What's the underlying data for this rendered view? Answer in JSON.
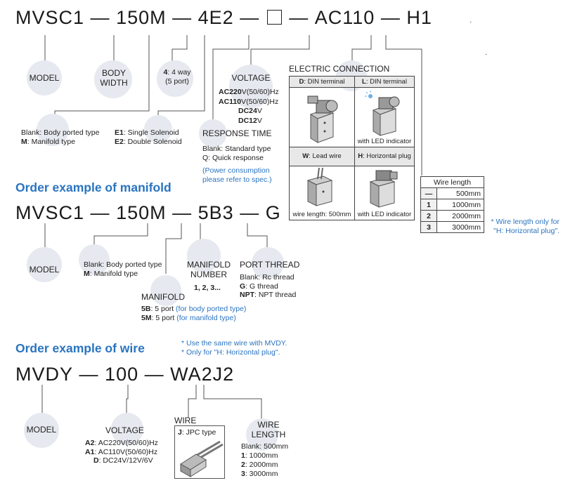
{
  "solenoid": {
    "code": {
      "p1": "MVSC1",
      "p2": "150M",
      "p3": "4E2",
      "p5": "AC110",
      "p6": "H1",
      "dash": "—"
    },
    "model": "MODEL",
    "body_width": "BODY WIDTH",
    "way": {
      "key": "4",
      "text": ": 4 way",
      "sub": "(5 port)"
    },
    "port_type": {
      "l1k": "Blank",
      "l1": ": Body ported type",
      "l2k": "M",
      "l2": ": Manifold type"
    },
    "solenoid": {
      "l1k": "E1",
      "l1": ": Single Solenoid",
      "l2k": "E2",
      "l2": ": Double Solenoid"
    },
    "voltage": {
      "title": "VOLTAGE",
      "v1k": "AC220",
      "v1": "V(50/60)Hz",
      "v2k": "AC110",
      "v2": "V(50/60)Hz",
      "v3k": "DC24",
      "v3": "V",
      "v4k": "DC12",
      "v4": "V"
    },
    "response": {
      "title": "RESPONSE TIME",
      "l1": "Blank: Standard type",
      "l2": "Q: Quick response",
      "note1": "(Power consumption",
      "note2": "please refer to spec.)"
    },
    "electric": {
      "title": "ELECTRIC CONNECTION",
      "d": {
        "key": "D",
        "label": ": DIN terminal",
        "foot": ""
      },
      "l": {
        "key": "L",
        "label": ": DIN terminal",
        "foot": "with LED indicator"
      },
      "w": {
        "key": "W",
        "label": ": Lead wire",
        "foot": "wire length: 500mm"
      },
      "h": {
        "key": "H",
        "label": ": Horizontal plug",
        "foot": "with LED indicator"
      }
    },
    "wire_length": {
      "title": "Wire length",
      "rows": [
        [
          "—",
          "500mm"
        ],
        [
          "1",
          "1000mm"
        ],
        [
          "2",
          "2000mm"
        ],
        [
          "3",
          "3000mm"
        ]
      ],
      "note1": "* Wire length only for",
      "note2": "\"H: Horizontal plug\"."
    }
  },
  "manifold": {
    "heading": "Order example of manifold",
    "code": {
      "p1": "MVSC1",
      "p2": "150M",
      "p3": "5B3",
      "p4": "G",
      "dash": "—"
    },
    "model": "MODEL",
    "port_type": {
      "l1": "Blank: Body ported type",
      "l2k": "M",
      "l2": ": Manifold type"
    },
    "number": {
      "t1": "MANIFOLD",
      "t2": "NUMBER",
      "vals": "1, 2, 3..."
    },
    "manifold": {
      "title": "MANIFOLD",
      "l1k": "5B",
      "l1": ": 5 port",
      "l1n": "(for body ported type)",
      "l2k": "5M",
      "l2": ": 5 port",
      "l2n": "(for manifold type)"
    },
    "thread": {
      "title": "PORT THREAD",
      "l1": "Blank: Rc thread",
      "l2k": "G",
      "l2": ": G thread",
      "l3k": "NPT",
      "l3": ": NPT thread"
    }
  },
  "wire": {
    "heading": "Order example of wire",
    "note1": "* Use the same wire with MVDY.",
    "note2": "* Only for \"H: Horizontal plug\".",
    "code": {
      "p1": "MVDY",
      "p2": "100",
      "p3": "WA2J2",
      "dash": "—"
    },
    "model": "MODEL",
    "voltage": {
      "title": "VOLTAGE",
      "l1k": "A2",
      "l1": ": AC220V(50/60)Hz",
      "l2k": "A1",
      "l2": ": AC110V(50/60)Hz",
      "l3k": "D",
      "l3": ": DC24V/12V/6V"
    },
    "wire": {
      "title": "WIRE",
      "key": "J",
      "label": ": JPC type"
    },
    "length": {
      "t1": "WIRE",
      "t2": "LENGTH",
      "l0": "Blank: 500mm",
      "l1k": "1",
      "l1": ": 1000mm",
      "l2k": "2",
      "l2": ": 2000mm",
      "l3k": "3",
      "l3": ": 3000mm"
    }
  }
}
